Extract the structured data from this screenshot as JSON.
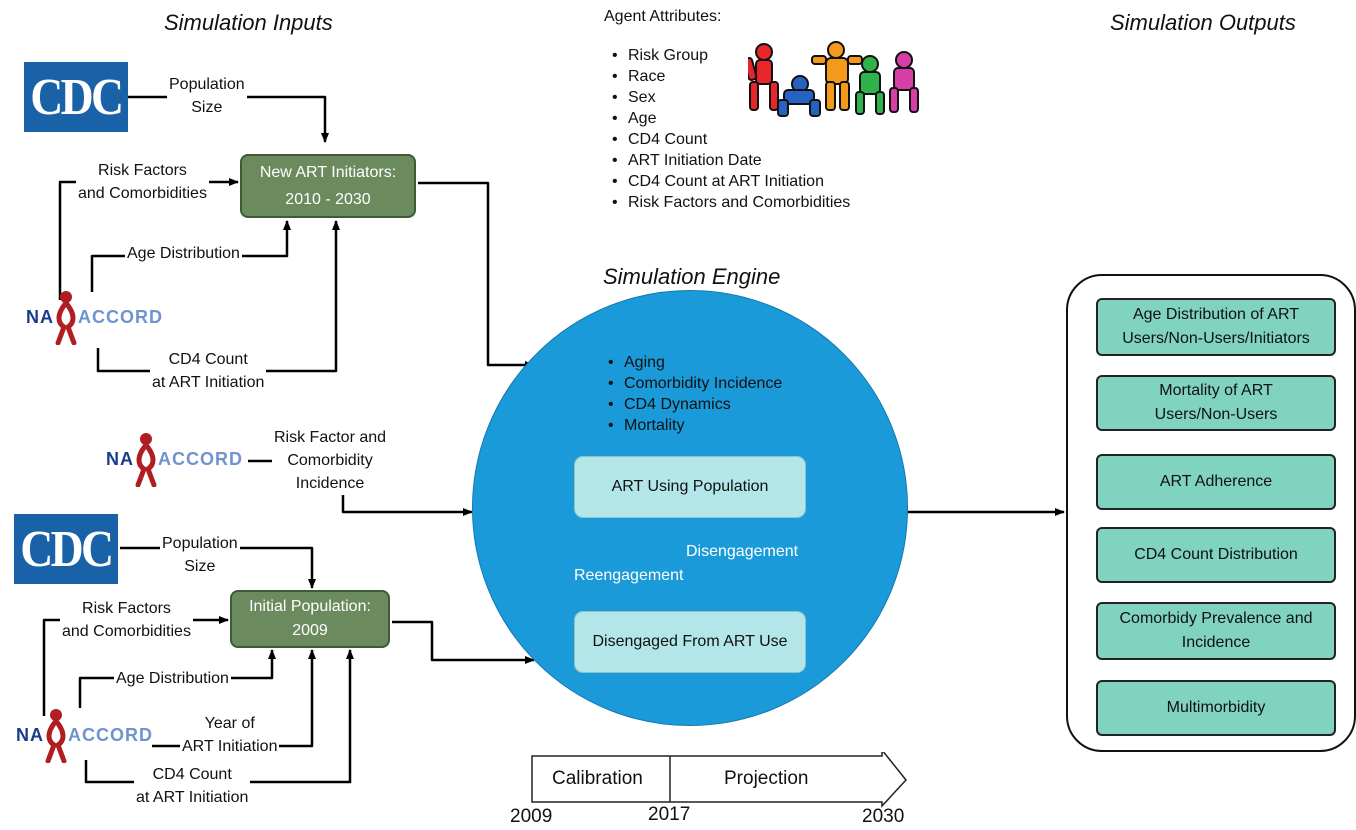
{
  "headings": {
    "inputs": "Simulation Inputs",
    "engine": "Simulation Engine",
    "outputs": "Simulation Outputs"
  },
  "logos": {
    "cdc": "CDC",
    "naaccord_prefix": "NA",
    "naaccord_suffix": "ACCORD"
  },
  "agent_attributes": {
    "title": "Agent Attributes:",
    "items": [
      "Risk Group",
      "Race",
      "Sex",
      "Age",
      "CD4 Count",
      "ART Initiation Date",
      "CD4 Count at ART Initiation",
      "Risk Factors and Comorbidities"
    ]
  },
  "top_inputs": {
    "population_size": [
      "Population",
      "Size"
    ],
    "risk_factors": [
      "Risk Factors",
      "and Comorbidities"
    ],
    "age_distribution": "Age Distribution",
    "cd4_count": [
      "CD4 Count",
      "at ART Initiation"
    ],
    "box": [
      "New ART Initiators:",
      "2010 - 2030"
    ]
  },
  "mid_input": {
    "label": [
      "Risk Factor and",
      "Comorbidity",
      "Incidence"
    ]
  },
  "bottom_inputs": {
    "population_size": [
      "Population",
      "Size"
    ],
    "risk_factors": [
      "Risk Factors",
      "and Comorbidities"
    ],
    "age_distribution": "Age Distribution",
    "year_initiation": [
      "Year of",
      "ART Initiation"
    ],
    "cd4_count": [
      "CD4 Count",
      "at ART Initiation"
    ],
    "box": [
      "Initial Population:",
      "2009"
    ]
  },
  "engine": {
    "processes": [
      "Aging",
      "Comorbidity Incidence",
      "CD4 Dynamics",
      "Mortality"
    ],
    "art_using": "ART Using Population",
    "disengaged": "Disengaged From ART Use",
    "disengagement": "Disengagement",
    "reengagement": "Reengagement"
  },
  "timeline": {
    "calibration": "Calibration",
    "projection": "Projection",
    "years": [
      "2009",
      "2017",
      "2030"
    ]
  },
  "outputs": [
    [
      "Age Distribution of ART",
      "Users/Non-Users/Initiators"
    ],
    [
      "Mortality of ART",
      "Users/Non-Users"
    ],
    [
      "ART Adherence"
    ],
    [
      "CD4 Count Distribution"
    ],
    [
      "Comorbidy Prevalence and",
      "Incidence"
    ],
    [
      "Multimorbidity"
    ]
  ],
  "colors": {
    "cdc_blue": "#1a62a8",
    "input_box_green": "#6b8a5e",
    "engine_circle": "#1a9ad9",
    "engine_box": "#b3e6e8",
    "output_box": "#7fd3bf",
    "naaccord_red": "#b01e23"
  }
}
